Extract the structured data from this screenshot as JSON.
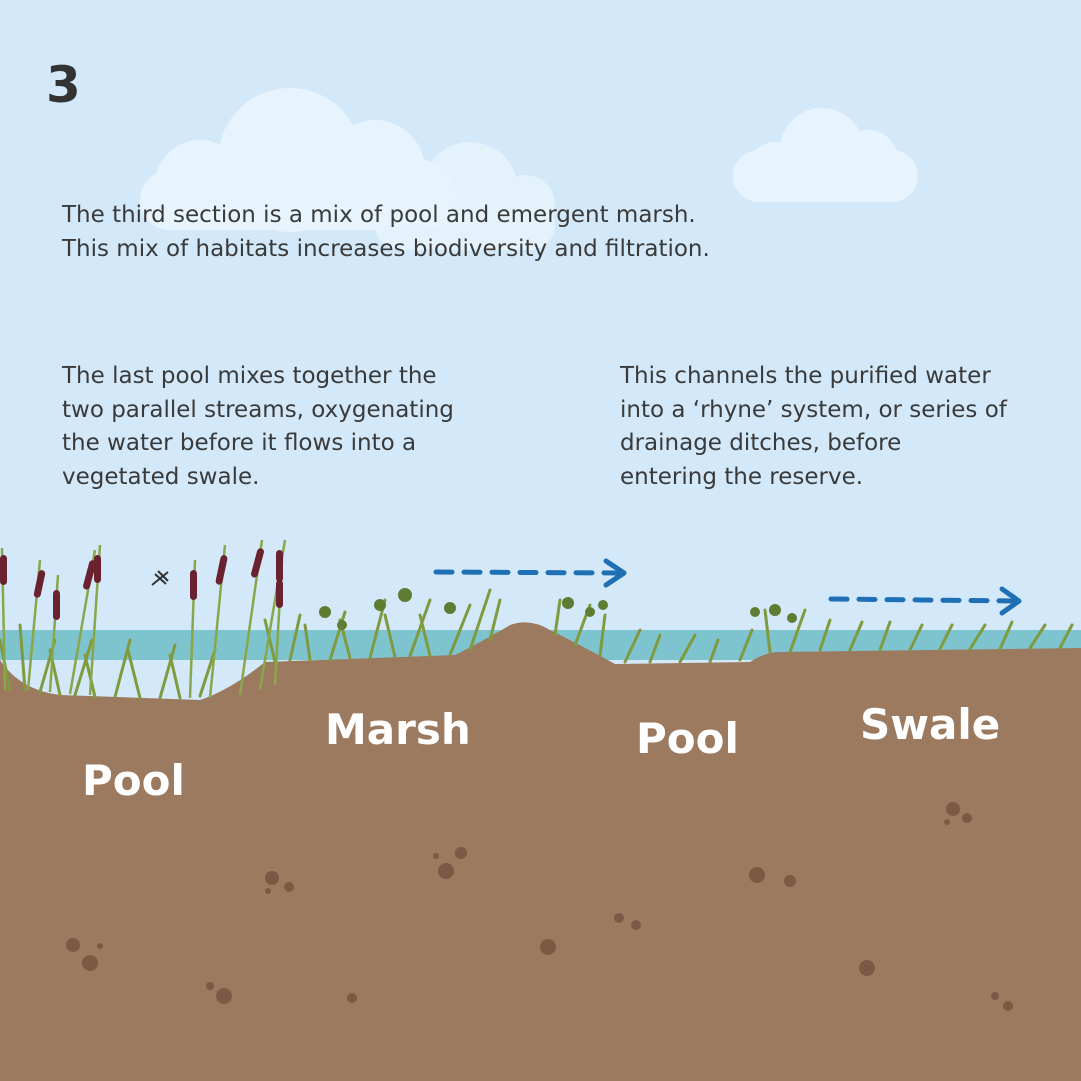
{
  "step_number": "3",
  "intro": {
    "line1": "The third section is a mix of pool and emergent marsh.",
    "line2": "This mix of habitats increases biodiversity and filtration."
  },
  "paragraphs": {
    "left": "The last pool mixes together the\ntwo parallel streams, oxygenating\nthe water before it flows into a\nvegetated swale.",
    "right": "This channels the purified water\ninto a ‘rhyne’ system, or series of\ndrainage ditches, before\nentering the reserve."
  },
  "zones": {
    "pool_1": "Pool",
    "marsh": "Marsh",
    "pool_2": "Pool",
    "swale": "Swale"
  },
  "colors": {
    "sky": "#d3e9f9",
    "cloud": "#e8f4fd",
    "water": "#7ec4cf",
    "soil": "#9c7a60",
    "soil_dark": "#7a5a45",
    "grass": "#7f9a3f",
    "grass_dark": "#5e7d32",
    "cattail": "#6b2230",
    "arrow": "#1f6fb5",
    "text": "#3a3a3a",
    "label": "#ffffff"
  },
  "icons": [
    "cloud-icon",
    "cattail-reeds",
    "dragonfly-icon",
    "flow-arrow-icon",
    "soil-pebble"
  ]
}
